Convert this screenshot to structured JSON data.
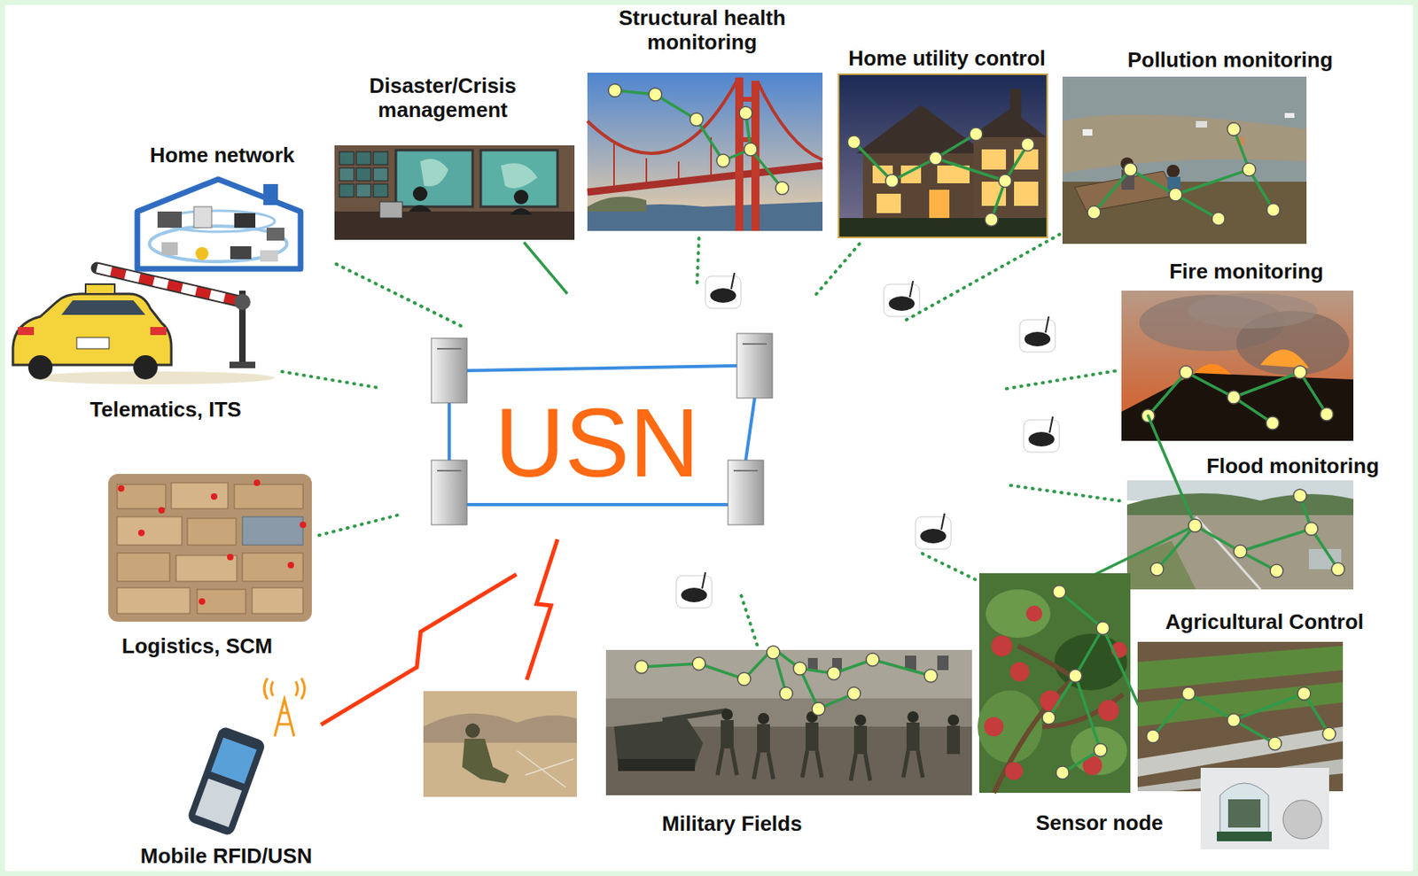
{
  "diagram": {
    "nodes": [
      {
        "text": [
          "Structural health monitoring"
        ]
      },
      {
        "text": [
          "Home utility control"
        ]
      },
      {
        "text": [
          "Pollution monitoring"
        ]
      },
      {
        "text": [
          "Disaster/Crisis management"
        ]
      },
      {
        "text": [
          "Home network"
        ]
      },
      {
        "text": [
          "Fire monitoring"
        ]
      },
      {
        "text": [
          "Telematics, ITS"
        ]
      },
      {
        "text": [
          "USN"
        ]
      },
      {
        "text": [
          "Flood monitoring"
        ]
      },
      {
        "text": [
          "Logistics, SCM"
        ]
      },
      {
        "text": [
          "Agricultural Control"
        ]
      },
      {
        "text": [
          "Military Fields"
        ]
      },
      {
        "text": [
          "Mobile RFID/USN"
        ]
      }
    ],
    "edges": [
      {
        "from": 7,
        "to": 0,
        "arrow": "none"
      },
      {
        "from": 7,
        "to": 1,
        "arrow": "none"
      },
      {
        "from": 7,
        "to": 2,
        "arrow": "none"
      },
      {
        "from": 7,
        "to": 3,
        "arrow": "none"
      },
      {
        "from": 7,
        "to": 4,
        "arrow": "none"
      },
      {
        "from": 7,
        "to": 5,
        "arrow": "none"
      },
      {
        "from": 7,
        "to": 6,
        "arrow": "none"
      },
      {
        "from": 7,
        "to": 8,
        "arrow": "none"
      },
      {
        "from": 7,
        "to": 9,
        "arrow": "none"
      },
      {
        "from": 7,
        "to": 10,
        "arrow": "none"
      },
      {
        "from": 7,
        "to": 11,
        "arrow": "none"
      },
      {
        "from": 7,
        "to": 12,
        "arrow": "none"
      }
    ],
    "labels": [
      "Sensor node"
    ]
  }
}
